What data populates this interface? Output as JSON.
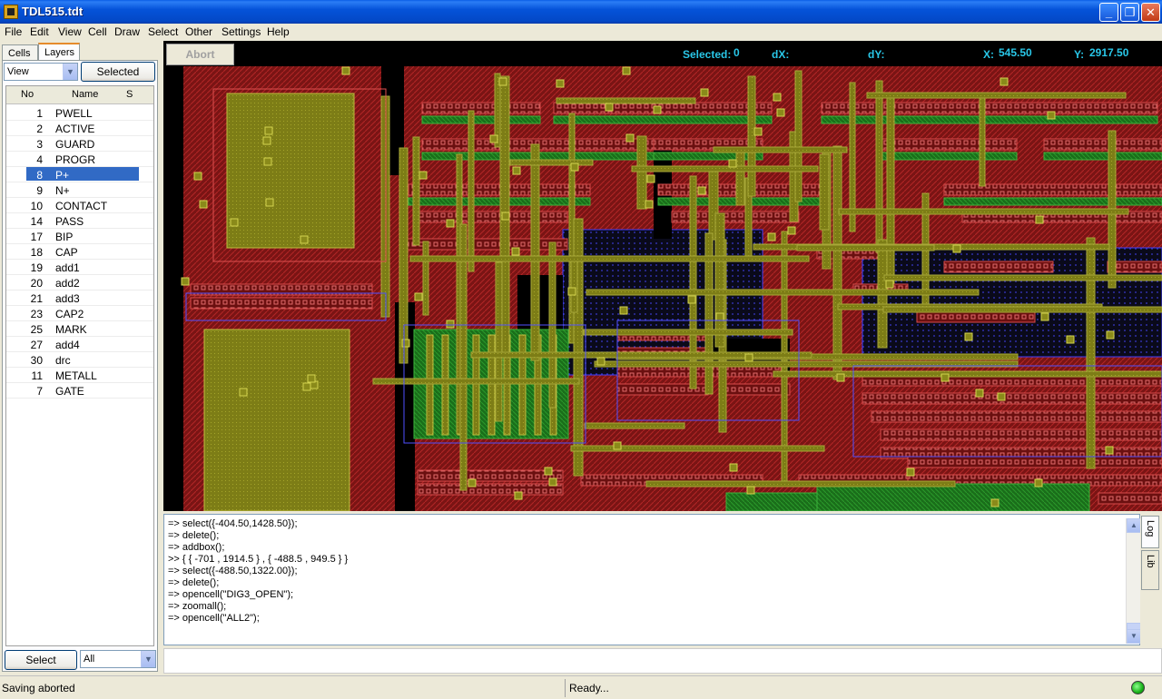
{
  "window": {
    "title": "TDL515.tdt"
  },
  "menu": [
    "File",
    "Edit",
    "View",
    "Cell",
    "Draw",
    "Select",
    "Other",
    "Settings",
    "Help"
  ],
  "left_panel": {
    "tabs": [
      "Cells",
      "Layers"
    ],
    "active_tab": "Layers",
    "view_combo": "View",
    "selected_button": "Selected",
    "columns": [
      "No",
      "Name",
      "S"
    ],
    "layers": [
      {
        "no": "1",
        "name": "PWELL"
      },
      {
        "no": "2",
        "name": "ACTIVE"
      },
      {
        "no": "3",
        "name": "GUARD"
      },
      {
        "no": "4",
        "name": "PROGR"
      },
      {
        "no": "8",
        "name": "P+",
        "selected": true
      },
      {
        "no": "9",
        "name": "N+"
      },
      {
        "no": "10",
        "name": "CONTACT"
      },
      {
        "no": "14",
        "name": "PASS"
      },
      {
        "no": "17",
        "name": "BIP"
      },
      {
        "no": "18",
        "name": "CAP"
      },
      {
        "no": "19",
        "name": "add1"
      },
      {
        "no": "20",
        "name": "add2"
      },
      {
        "no": "21",
        "name": "add3"
      },
      {
        "no": "23",
        "name": "CAP2"
      },
      {
        "no": "25",
        "name": "MARK"
      },
      {
        "no": "27",
        "name": "add4"
      },
      {
        "no": "30",
        "name": "drc"
      },
      {
        "no": "11",
        "name": "METALL"
      },
      {
        "no": "7",
        "name": "GATE"
      }
    ],
    "select_button": "Select",
    "filter_combo": "All"
  },
  "toolbar": {
    "abort_label": "Abort",
    "selected_label": "Selected:",
    "selected_value": "0",
    "dx_label": "dX:",
    "dy_label": "dY:",
    "x_label": "X:",
    "x_value": "545.50",
    "y_label": "Y:",
    "y_value": "2917.50"
  },
  "log": [
    "=> select({-404.50,1428.50});",
    "=> delete();",
    "=> addbox();",
    ">> { { -701 , 1914.5 } , { -488.5 , 949.5 } }",
    "=> select({-488.50,1322.00});",
    "=> delete();",
    "=> opencell(\"DIG3_OPEN\");",
    "=> zoomall();",
    "=> opencell(\"ALL2\");"
  ],
  "side_tabs": [
    "Log",
    "Lib"
  ],
  "status": {
    "left": "Saving aborted",
    "right": "Ready..."
  },
  "colors": {
    "canvas_bg": "#000000",
    "metal": "#8b1a1a",
    "poly": "#8a8a1a",
    "active": "#1f7a1f",
    "info_text": "#29c7e8",
    "titlebar": "#0553d9"
  }
}
